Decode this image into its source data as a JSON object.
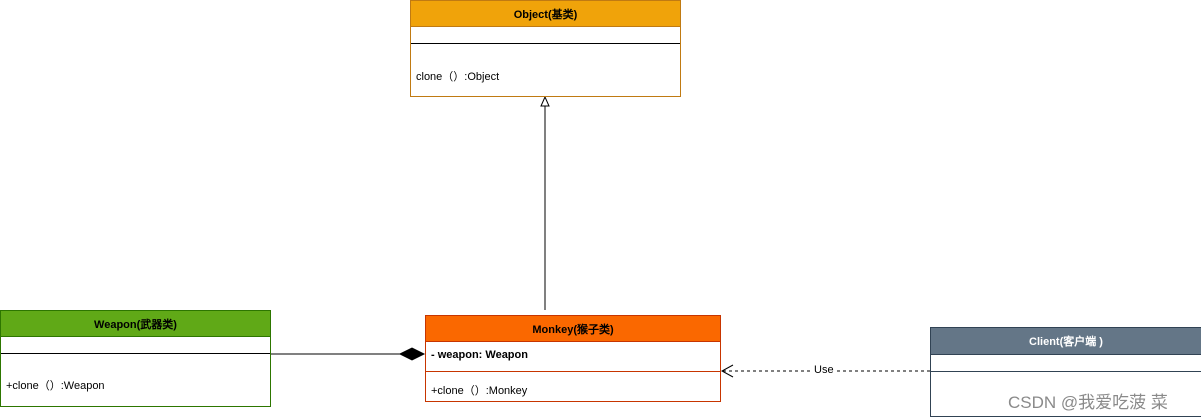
{
  "classes": {
    "object": {
      "name": "Object(基类)",
      "method": "clone（）:Object"
    },
    "weapon": {
      "name": "Weapon(武器类)",
      "method": "+clone（）:Weapon"
    },
    "monkey": {
      "name": "Monkey(猴子类)",
      "attr_prefix": "- weapon: ",
      "attr_type": "Weapon",
      "method": "+clone（）:Monkey"
    },
    "client": {
      "name": "Client(客户端 )"
    }
  },
  "relations": {
    "use_label": "Use"
  },
  "watermark": "CSDN @我爱吃菠 菜",
  "colors": {
    "object_fill": "#f0a30a",
    "weapon_fill": "#60a917",
    "monkey_fill": "#fa6800",
    "client_fill": "#647687"
  }
}
